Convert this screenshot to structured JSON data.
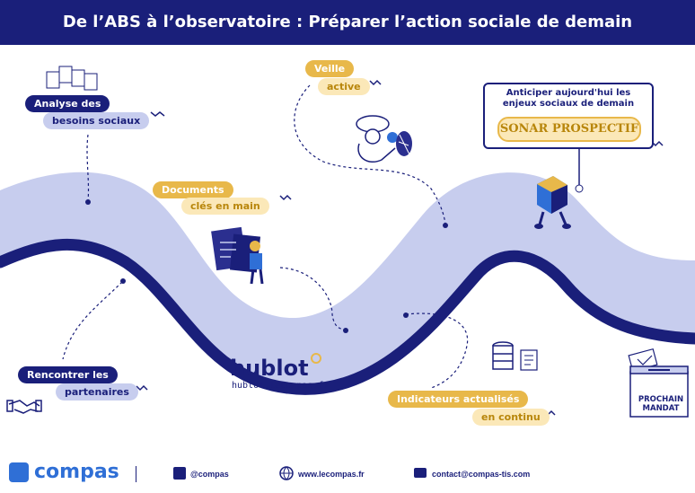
{
  "header": {
    "title": "De l’ABS à l’observatoire : Préparer l’action sociale de demain"
  },
  "steps": {
    "analyse": {
      "line1": "Analyse des",
      "line2": "besoins sociaux"
    },
    "veille": {
      "line1": "Veille",
      "line2": "active"
    },
    "documents": {
      "line1": "Documents",
      "line2": "clés en main"
    },
    "rencontrer": {
      "line1": "Rencontrer les",
      "line2": "partenaires"
    },
    "indicateurs": {
      "line1": "Indicateurs actualisés",
      "line2": "en continu"
    }
  },
  "sonar": {
    "line1": "Anticiper aujourd'hui les",
    "line2": "enjeux sociaux de demain",
    "label": "SONAR PROSPECTIF"
  },
  "hublot": {
    "logo": "hublot",
    "url": "hublot.lecompas.fr"
  },
  "ballot": {
    "line1": "PROCHAIN",
    "line2": "MANDAT"
  },
  "footer": {
    "brand": "compas",
    "linkedin": "@compas",
    "website": "www.lecompas.fr",
    "email": "contact@compas-tis.com"
  },
  "colors": {
    "navy": "#1a1f7a",
    "lavender": "#c7cdee",
    "gold": "#e8b84a",
    "cream": "#fbe8b8",
    "brand_blue": "#2f6fd6"
  }
}
